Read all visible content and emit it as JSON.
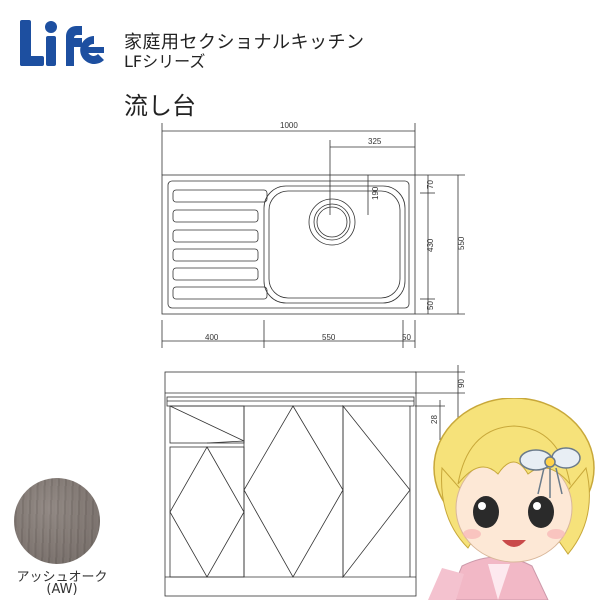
{
  "brand": {
    "logo_text": "Life"
  },
  "header": {
    "line1": "家庭用セクショナルキッチン",
    "line2": "LFシリーズ",
    "product": "流し台"
  },
  "top_view": {
    "overall_width": "1000",
    "offset_right": "325",
    "bottom_left": "400",
    "bottom_mid": "550",
    "bottom_right": "50",
    "depth_total": "550",
    "depth_top": "70",
    "depth_mid": "430",
    "depth_bottom": "50",
    "drain_offset": "190"
  },
  "front_view": {
    "top_height": "90",
    "band_height": "28"
  },
  "swatch": {
    "name": "アッシュオーク",
    "code": "(AW)",
    "color": "#7b726d"
  }
}
